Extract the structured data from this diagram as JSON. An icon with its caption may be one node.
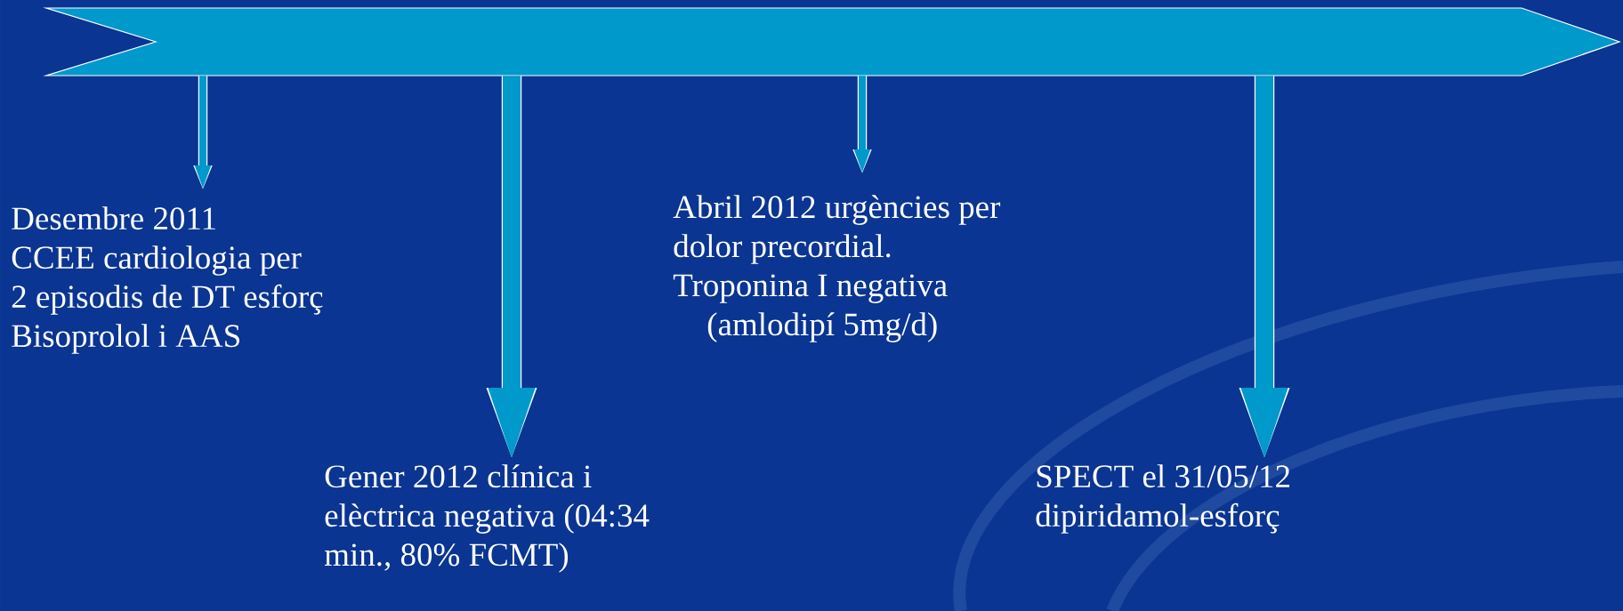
{
  "diagram": {
    "nodes": [
      {
        "text": [],
        "shape": "arrow"
      },
      {
        "text": [
          "Desembre 2011",
          "CCEE cardiologia per",
          "2 episodis de DT esforç",
          "Bisoprolol i AAS"
        ]
      },
      {
        "text": [
          "Gener 2012  clínica i",
          "elèctrica negativa (04:34",
          "min., 80%  FCMT)"
        ]
      },
      {
        "text": [
          "Abril 2012 urgències per",
          "dolor precordial.",
          "Troponina I negativa",
          "(amlodipí 5mg/d)"
        ]
      },
      {
        "text": [
          "SPECT el 31/05/12",
          "dipiridamol-esforç"
        ]
      }
    ],
    "edges": [
      {
        "from": 0,
        "to": 1,
        "arrow": "to"
      },
      {
        "from": 0,
        "to": 2,
        "arrow": "to",
        "style": "thick"
      },
      {
        "from": 0,
        "to": 3,
        "arrow": "to"
      },
      {
        "from": 0,
        "to": 4,
        "arrow": "to",
        "style": "thick"
      }
    ]
  }
}
